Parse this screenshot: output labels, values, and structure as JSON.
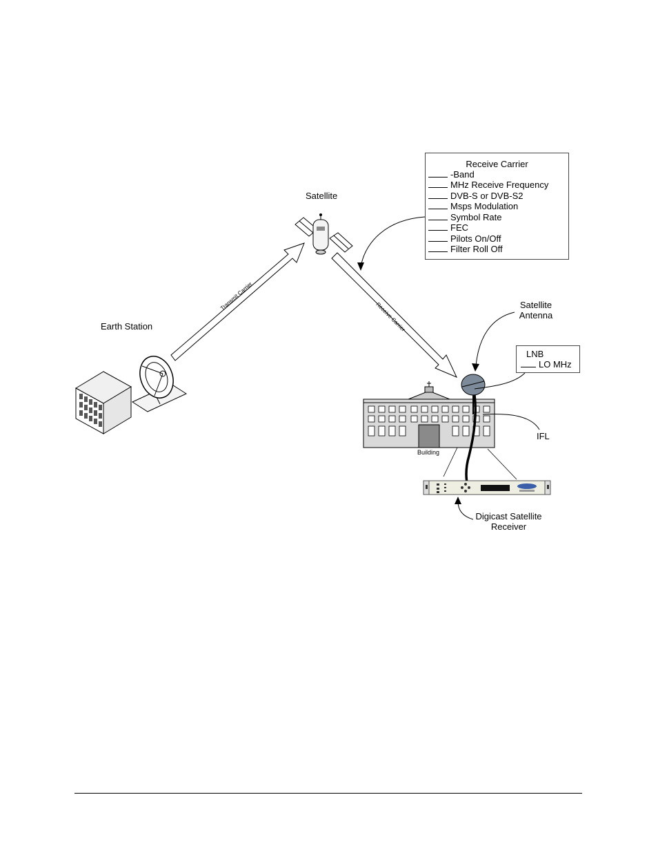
{
  "diagram": {
    "satellite_label": "Satellite",
    "earth_station_label": "Earth Station",
    "transmit_carrier_label": "Transmit Carrier",
    "receive_carrier_arrow_label": "Receive Carrier",
    "satellite_antenna_label_line1": "Satellite",
    "satellite_antenna_label_line2": "Antenna",
    "ifl_label": "IFL",
    "building_label": "Building",
    "receiver_label_line1": "Digicast Satellite",
    "receiver_label_line2": "Receiver",
    "receive_carrier_box": {
      "title": "Receive Carrier",
      "items": [
        "-Band",
        "MHz Receive Frequency",
        "DVB-S or DVB-S2",
        "Msps Modulation",
        "Symbol Rate",
        "FEC",
        "Pilots On/Off",
        "Filter Roll Off"
      ]
    },
    "lnb_box": {
      "title": "LNB",
      "item": "LO MHz"
    }
  },
  "colors": {
    "line": "#000000",
    "antenna_dish": "#7d8a99",
    "building_fill": "#d9d9d9",
    "receiver_panel": "#efeee2",
    "receiver_logo": "#3a5fa8"
  }
}
